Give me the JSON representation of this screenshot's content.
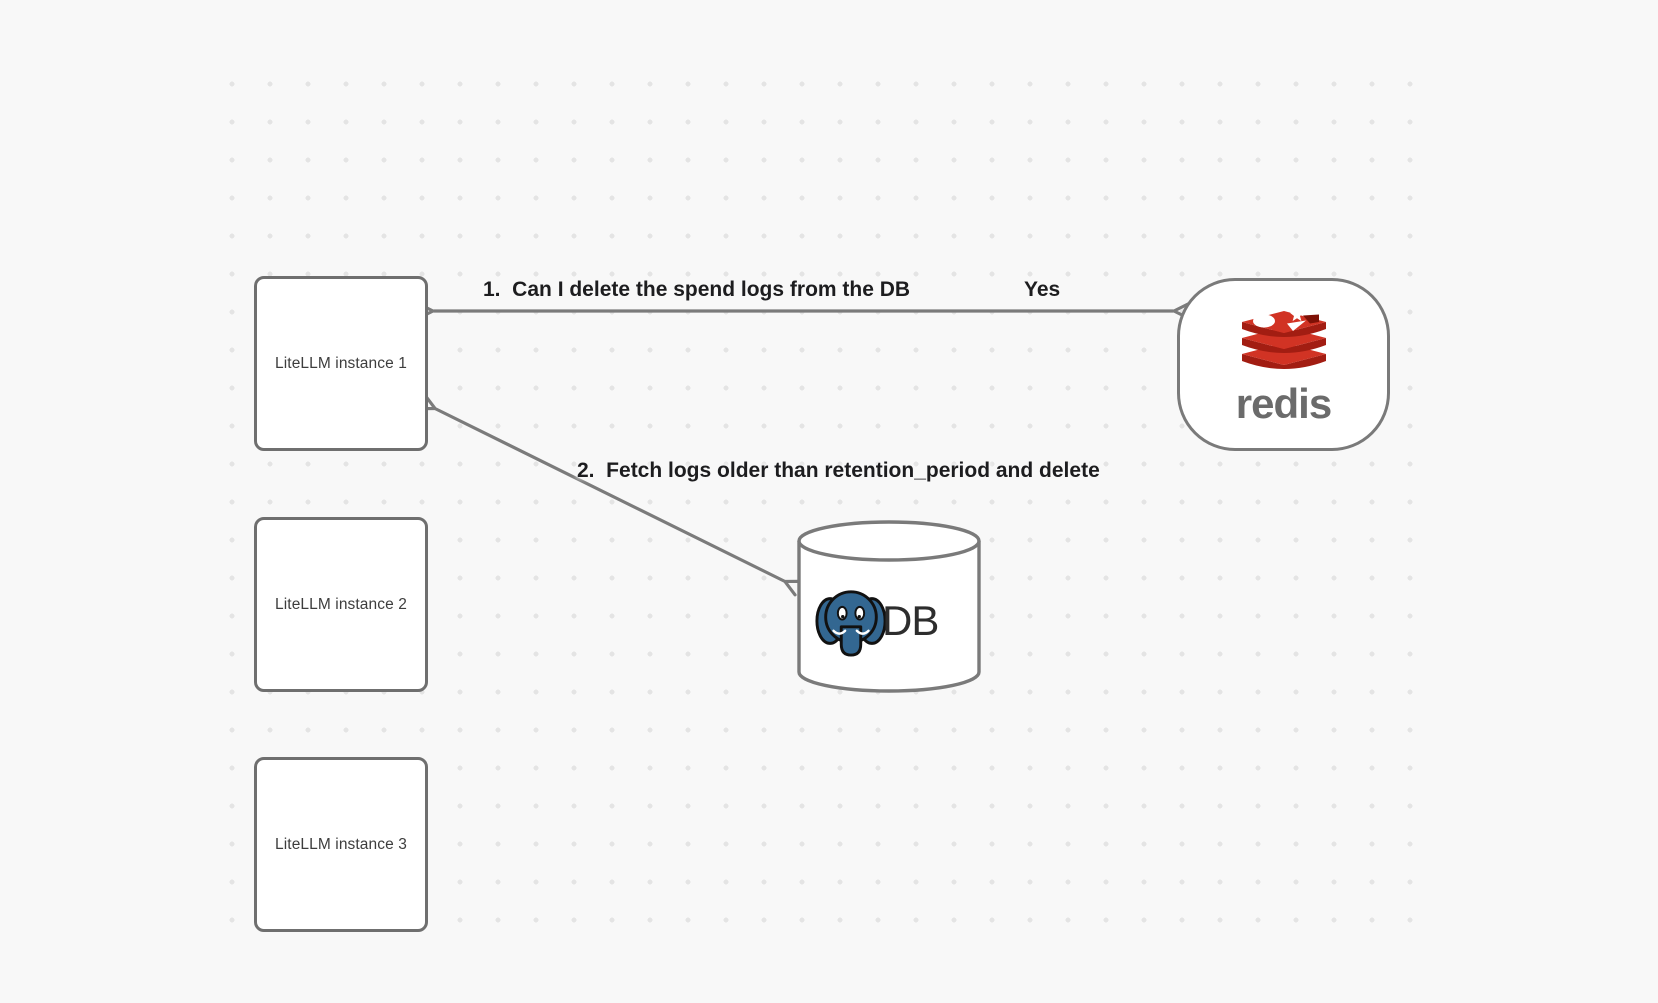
{
  "diagram": {
    "instances": [
      {
        "label": "LiteLLM instance 1"
      },
      {
        "label": "LiteLLM instance 2"
      },
      {
        "label": "LiteLLM instance 3"
      }
    ],
    "redis": {
      "wordmark": "redis"
    },
    "db": {
      "label": "DB"
    },
    "edge1": {
      "question": "1.  Can I delete the spend logs from the DB",
      "answer": "Yes"
    },
    "edge2": {
      "label": "2.  Fetch logs older than retention_period and delete"
    }
  },
  "colors": {
    "background": "#f8f8f8",
    "grid_dot": "#e4e4e4",
    "shape_border": "#6f6f6f",
    "arrow": "#7b7b7b",
    "edge_label_text": "#1d1d1f",
    "redis_red_top": "#d13324",
    "redis_red_side": "#a21d12",
    "redis_notch": "#7e1106",
    "redis_wordmark": "#6b6b6b",
    "postgres_blue": "#336791",
    "db_text": "#2d2d2d"
  },
  "icons": {
    "redis_logo": "redis-stack-logo-icon",
    "postgres_logo": "postgres-elephant-icon"
  }
}
